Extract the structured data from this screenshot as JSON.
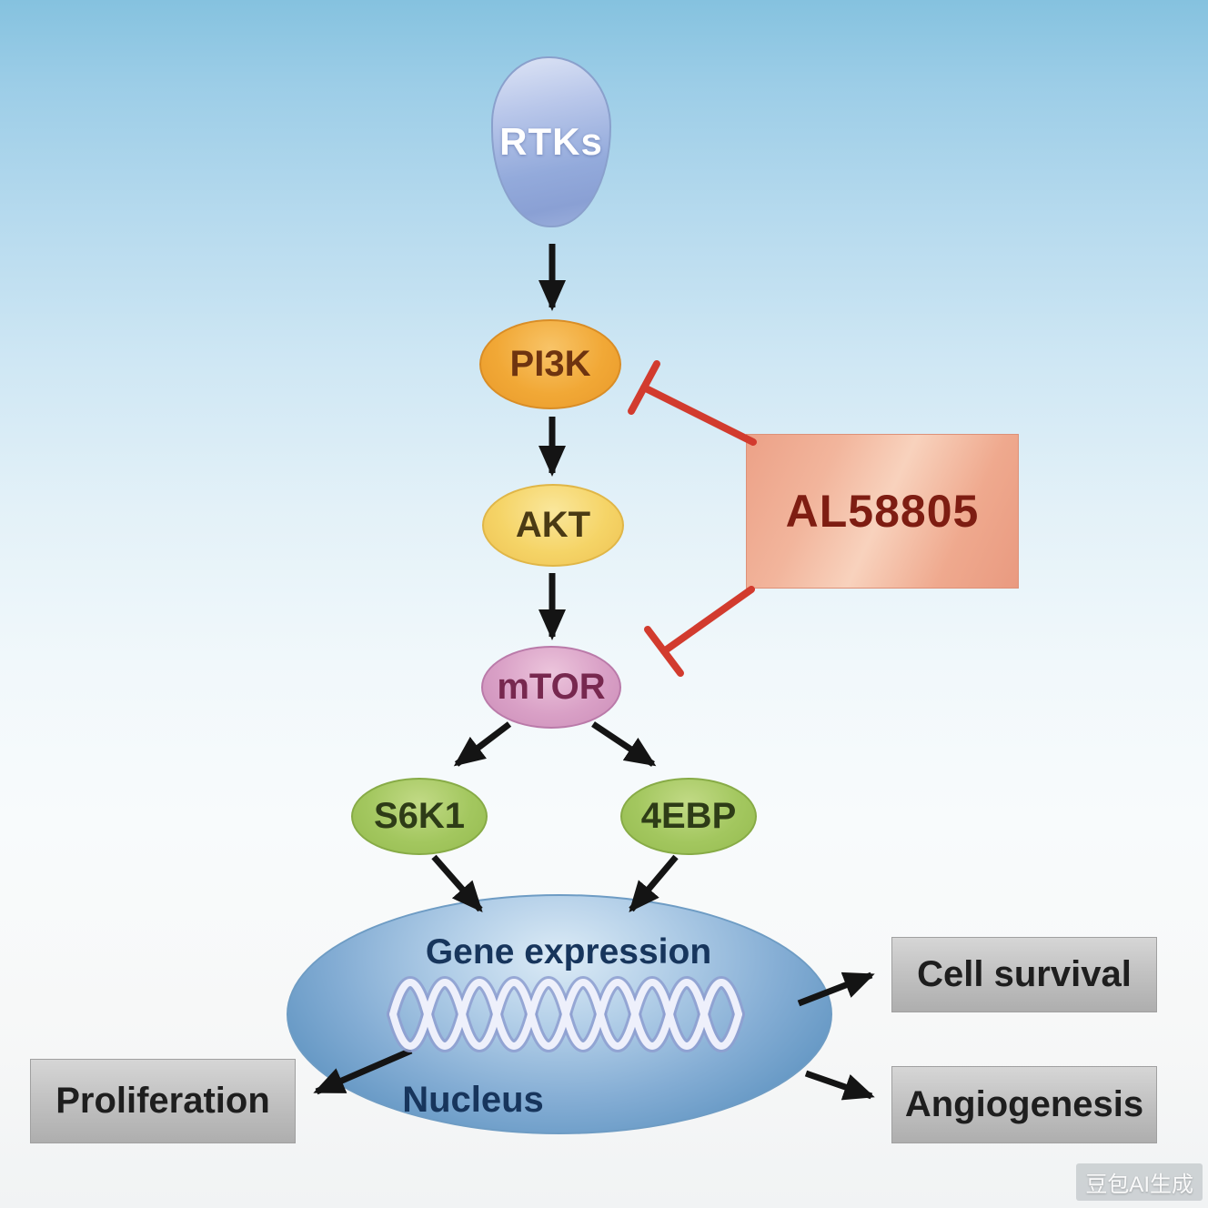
{
  "diagram": {
    "nodes": {
      "rtks": "RTKs",
      "pi3k": "PI3K",
      "akt": "AKT",
      "mtor": "mTOR",
      "s6k1": "S6K1",
      "febp": "4EBP",
      "inhibitor": "AL58805",
      "gene_expression": "Gene expression",
      "nucleus": "Nucleus"
    },
    "outcomes": {
      "cell_survival": "Cell survival",
      "proliferation": "Proliferation",
      "angiogenesis": "Angiogenesis"
    },
    "edges": [
      {
        "from": "RTKs",
        "to": "PI3K",
        "type": "activation"
      },
      {
        "from": "PI3K",
        "to": "AKT",
        "type": "activation"
      },
      {
        "from": "AKT",
        "to": "mTOR",
        "type": "activation"
      },
      {
        "from": "mTOR",
        "to": "S6K1",
        "type": "activation"
      },
      {
        "from": "mTOR",
        "to": "4EBP",
        "type": "activation"
      },
      {
        "from": "S6K1",
        "to": "Gene expression",
        "type": "activation"
      },
      {
        "from": "4EBP",
        "to": "Gene expression",
        "type": "activation"
      },
      {
        "from": "AL58805",
        "to": "PI3K",
        "type": "inhibition"
      },
      {
        "from": "AL58805",
        "to": "mTOR",
        "type": "inhibition"
      },
      {
        "from": "Nucleus",
        "to": "Cell survival",
        "type": "activation"
      },
      {
        "from": "Nucleus",
        "to": "Proliferation",
        "type": "activation"
      },
      {
        "from": "Nucleus",
        "to": "Angiogenesis",
        "type": "activation"
      }
    ],
    "colors": {
      "background_top": "#85c2df",
      "background_bottom": "#f1f3f4",
      "rtks_fill": "#9cafdc",
      "pi3k_fill": "#f1a836",
      "akt_fill": "#f5d467",
      "mtor_fill": "#d9a0c6",
      "kinase_green_fill": "#a3c75f",
      "nucleus_fill": "#6195c2",
      "inhibitor_fill": "#f0a98e",
      "inhibitor_text": "#7e1d12",
      "inhibition_line": "#d23b2e",
      "arrow": "#141414",
      "outcome_box_fill": "#c3c3c3",
      "dna_strand": "#eef0fb"
    }
  },
  "watermark": "豆包AI生成"
}
